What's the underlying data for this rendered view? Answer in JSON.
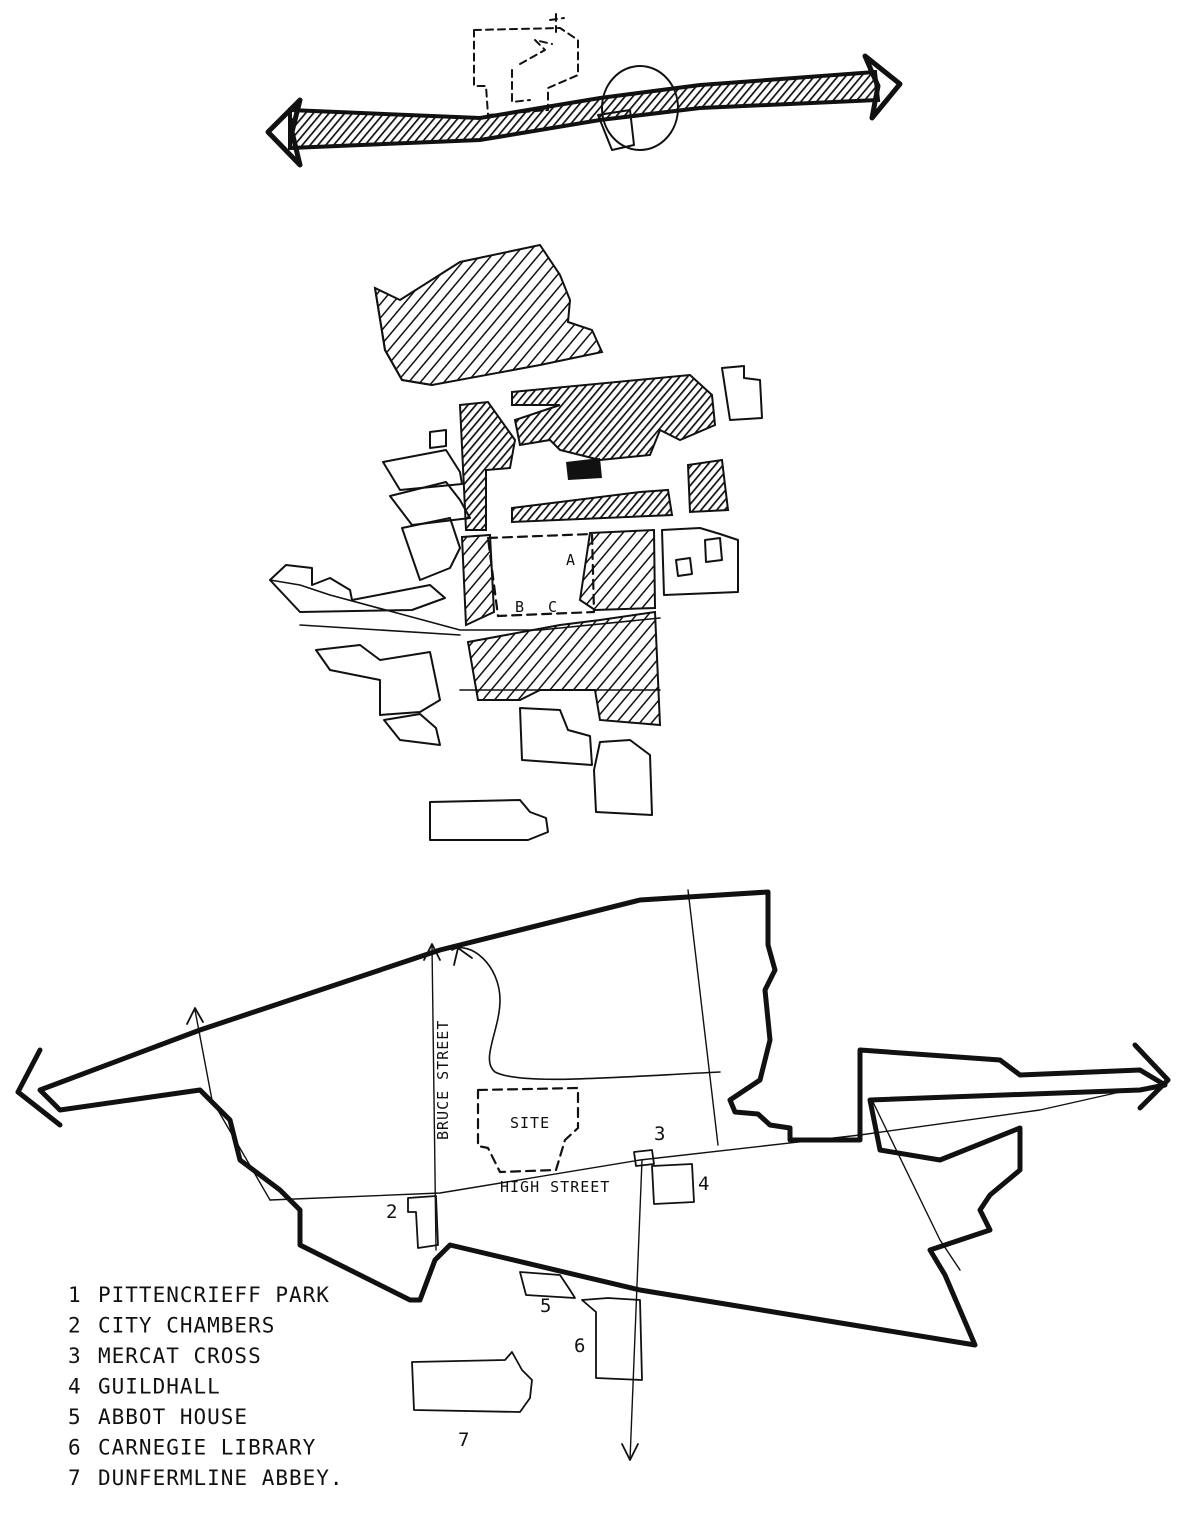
{
  "labels": {
    "block_a": "A",
    "block_b": "B",
    "block_c": "C",
    "street_bruce": "BRUCE STREET",
    "street_high": "HIGH STREET",
    "site": "SITE"
  },
  "map_numbers": {
    "n2": "2",
    "n3": "3",
    "n4": "4",
    "n5": "5",
    "n6": "6",
    "n7": "7"
  },
  "legend": [
    {
      "num": "1",
      "text": "PITTENCRIEFF PARK"
    },
    {
      "num": "2",
      "text": "CITY CHAMBERS"
    },
    {
      "num": "3",
      "text": "MERCAT CROSS"
    },
    {
      "num": "4",
      "text": "GUILDHALL"
    },
    {
      "num": "5",
      "text": "ABBOT HOUSE"
    },
    {
      "num": "6",
      "text": "CARNEGIE LIBRARY"
    },
    {
      "num": "7",
      "text": "DUNFERMLINE ABBEY."
    }
  ]
}
